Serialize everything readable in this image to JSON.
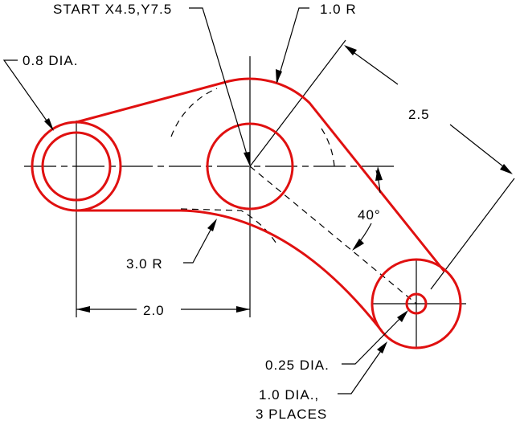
{
  "labels": {
    "start": "START X4.5,Y7.5",
    "top_radius": "1.0 R",
    "left_dia": "0.8 DIA.",
    "length": "2.5",
    "angle": "40°",
    "big_radius": "3.0 R",
    "spacing": "2.0",
    "small_dia": "0.25 DIA.",
    "circle_dia_1": "1.0 DIA.,",
    "circle_dia_2": "3 PLACES"
  },
  "colors": {
    "outline": "#e01010",
    "dimension": "#000000"
  }
}
